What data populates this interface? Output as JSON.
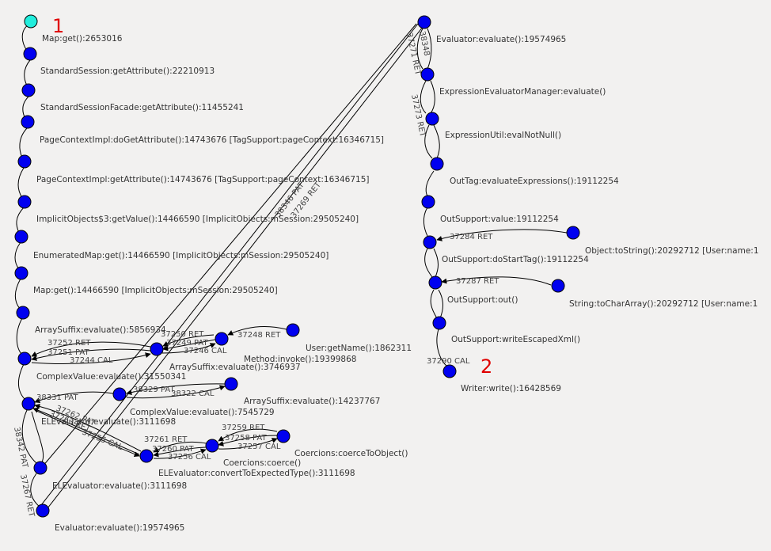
{
  "markers": {
    "start": "1",
    "end": "2"
  },
  "colors": {
    "background": "#f2f1f0",
    "node": "#0000f0",
    "start_node": "#22eedd",
    "marker": "#e00000"
  },
  "nodes": [
    {
      "id": "n0",
      "label": ""
    },
    {
      "id": "n1",
      "label": "Map:get():2653016"
    },
    {
      "id": "n2",
      "label": "StandardSession:getAttribute():22210913"
    },
    {
      "id": "n3",
      "label": "StandardSessionFacade:getAttribute():11455241"
    },
    {
      "id": "n4",
      "label": "PageContextImpl:doGetAttribute():14743676 [TagSupport:pageContext:16346715]"
    },
    {
      "id": "n5",
      "label": "PageContextImpl:getAttribute():14743676 [TagSupport:pageContext:16346715]"
    },
    {
      "id": "n6",
      "label": "ImplicitObjects$3:getValue():14466590 [ImplicitObjects:mSession:29505240]"
    },
    {
      "id": "n7",
      "label": "EnumeratedMap:get():14466590 [ImplicitObjects:mSession:29505240]"
    },
    {
      "id": "n8",
      "label": "Map:get():14466590 [ImplicitObjects:mSession:29505240]"
    },
    {
      "id": "n9",
      "label": "ArraySuffix:evaluate():5856934"
    },
    {
      "id": "n10",
      "label": "ArraySuffix:evaluate():3746937"
    },
    {
      "id": "n11",
      "label": "Method:invoke():19399868"
    },
    {
      "id": "n12",
      "label": "User:getName():1862311"
    },
    {
      "id": "n13",
      "label": "ComplexValue:evaluate():31550341"
    },
    {
      "id": "n14",
      "label": "ComplexValue:evaluate():7545729"
    },
    {
      "id": "n15",
      "label": "ArraySuffix:evaluate():14237767"
    },
    {
      "id": "n16",
      "label": "ELEvaluator:evaluate():3111698"
    },
    {
      "id": "n17",
      "label": "ELEvaluator:convertToExpectedType():3111698"
    },
    {
      "id": "n18",
      "label": "Coercions:coerce()"
    },
    {
      "id": "n19",
      "label": "Coercions:coerceToObject()"
    },
    {
      "id": "n20",
      "label": "ELEvaluator:evaluate():3111698"
    },
    {
      "id": "n21",
      "label": "Evaluator:evaluate():19574965"
    },
    {
      "id": "n22",
      "label": "Evaluator:evaluate():19574965"
    },
    {
      "id": "n23",
      "label": "ExpressionEvaluatorManager:evaluate()"
    },
    {
      "id": "n24",
      "label": "ExpressionUtil:evalNotNull()"
    },
    {
      "id": "n25",
      "label": "OutTag:evaluateExpressions():19112254"
    },
    {
      "id": "n26",
      "label": "OutSupport:value:19112254"
    },
    {
      "id": "n27",
      "label": "OutSupport:doStartTag():19112254"
    },
    {
      "id": "n28",
      "label": "Object:toString():20292712 [User:name:1"
    },
    {
      "id": "n29",
      "label": "OutSupport:out()"
    },
    {
      "id": "n30",
      "label": "String:toCharArray():20292712 [User:name:1"
    },
    {
      "id": "n31",
      "label": "OutSupport:writeEscapedXml()"
    },
    {
      "id": "n32",
      "label": "Writer:write():16428569"
    }
  ],
  "edge_labels": [
    {
      "id": "e1",
      "text": "37252 RET"
    },
    {
      "id": "e2",
      "text": "37251 PAT"
    },
    {
      "id": "e3",
      "text": "37244 CAL"
    },
    {
      "id": "e4",
      "text": "37250 RET"
    },
    {
      "id": "e5",
      "text": "37249 PAT"
    },
    {
      "id": "e6",
      "text": "37246 CAL"
    },
    {
      "id": "e7",
      "text": "37248 RET"
    },
    {
      "id": "e8",
      "text": "38329 PAT"
    },
    {
      "id": "e9",
      "text": "38322 CAL"
    },
    {
      "id": "e10",
      "text": "38331 PAT"
    },
    {
      "id": "e11",
      "text": "37262 PAT"
    },
    {
      "id": "e12",
      "text": "37263 RET"
    },
    {
      "id": "e13",
      "text": "37255 CAL"
    },
    {
      "id": "e14",
      "text": "37261 RET"
    },
    {
      "id": "e15",
      "text": "37260 PAT"
    },
    {
      "id": "e16",
      "text": "37256 CAL"
    },
    {
      "id": "e17",
      "text": "37259 RET"
    },
    {
      "id": "e18",
      "text": "37258 PAT"
    },
    {
      "id": "e19",
      "text": "37257 CAL"
    },
    {
      "id": "e20",
      "text": "38342 PAT"
    },
    {
      "id": "e21",
      "text": "37267 RET"
    },
    {
      "id": "e22",
      "text": "38346 PAT"
    },
    {
      "id": "e23",
      "text": "37269 RET"
    },
    {
      "id": "e24",
      "text": "38348"
    },
    {
      "id": "e25",
      "text": "37271 RET"
    },
    {
      "id": "e26",
      "text": "37273 RET"
    },
    {
      "id": "e27",
      "text": "37284 RET"
    },
    {
      "id": "e28",
      "text": "37287 RET"
    },
    {
      "id": "e29",
      "text": "37290 CAL"
    }
  ]
}
